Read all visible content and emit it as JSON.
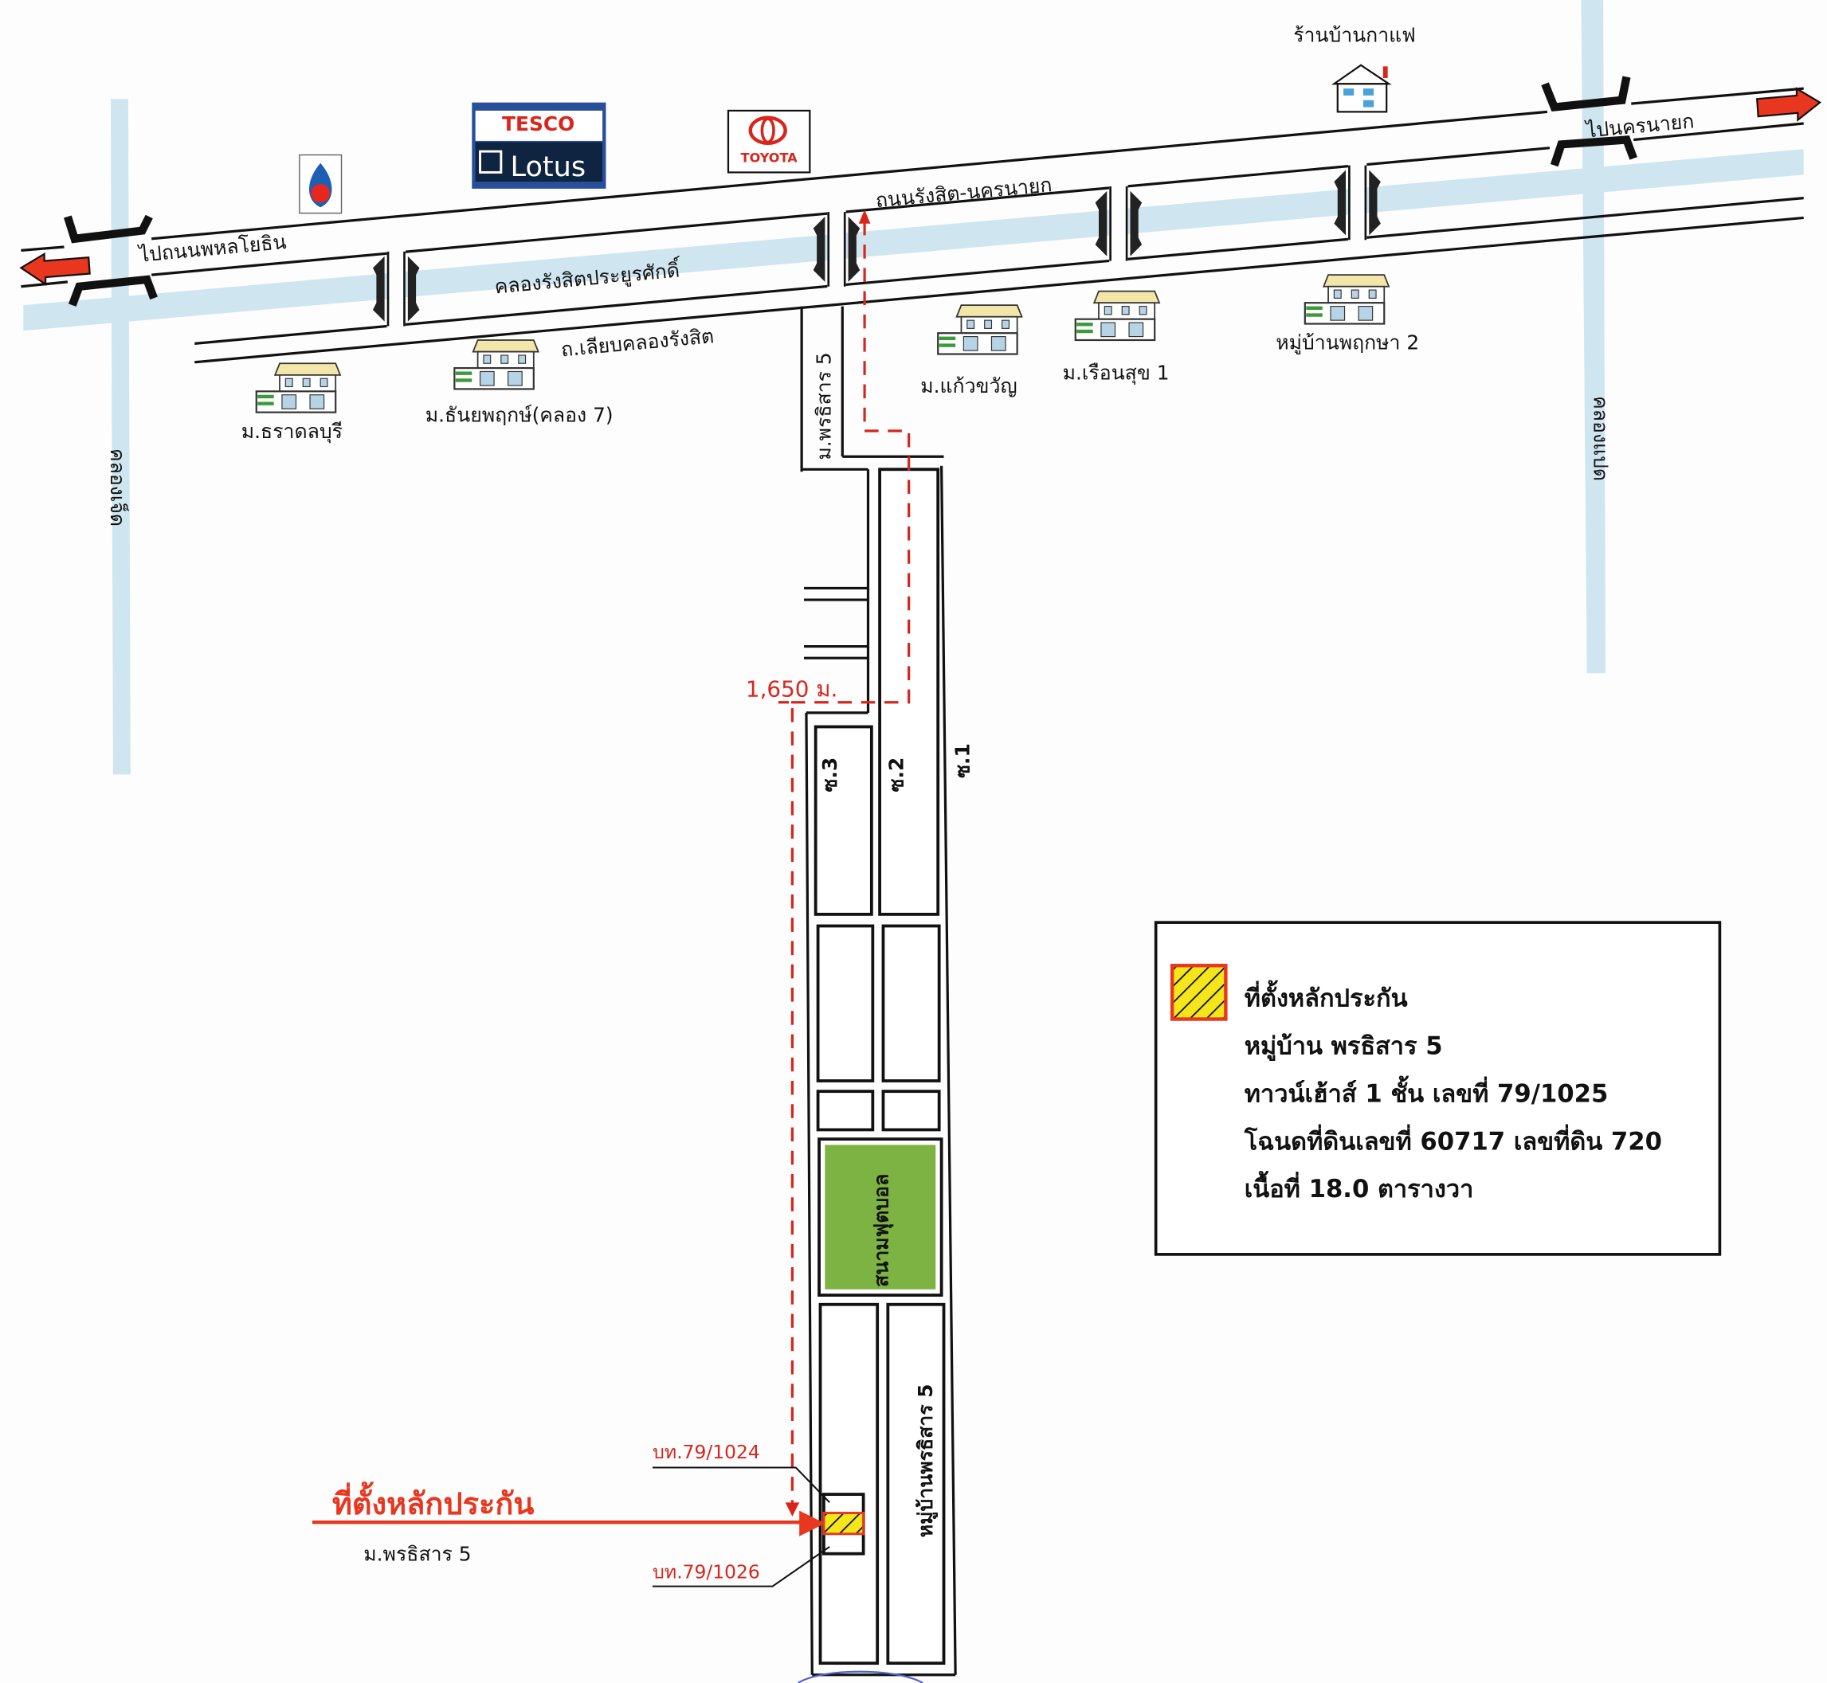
{
  "roads": {
    "main_road": "ถนนรังสิต-นครนายก",
    "to_left": "ไปถนนพหลโยธิน",
    "to_right": "ไปนครนายก",
    "canal_main": "คลองรังสิตประยูรศักดิ์",
    "canal_road": "ถ.เลียบคลองรังสิต",
    "canal_left": "คลองเจ็ด",
    "canal_right": "คลองแปด",
    "soi_main": "ม.พรธิสาร 5",
    "soi_1": "ซ.1",
    "soi_2": "ซ.2",
    "soi_3": "ซ.3"
  },
  "landmarks": {
    "tesco_top": "TESCO",
    "tesco_bottom": "Lotus",
    "toyota": "TOYOTA",
    "coffee": "ร้านบ้านกาแฟ"
  },
  "villages": [
    {
      "label": "ม.ธราดลบุรี"
    },
    {
      "label": "ม.ธันยพฤกษ์(คลอง 7)"
    },
    {
      "label": "ม.แก้วขวัญ"
    },
    {
      "label": "ม.เรือนสุข 1"
    },
    {
      "label": "หมู่บ้านพฤกษา 2"
    }
  ],
  "site": {
    "distance": "1,650 ม.",
    "football": "สนามฟุตบอล",
    "village_block": "หมู่บ้านพรธิสาร 5",
    "neighbor_top": "บท.79/1024",
    "neighbor_bottom": "บท.79/1026",
    "pointer_title": "ที่ตั้งหลักประกัน",
    "pointer_sub": "ม.พรธิสาร 5"
  },
  "legend": {
    "title": "ที่ตั้งหลักประกัน",
    "line1": "หมู่บ้าน พรธิสาร 5",
    "line2": "ทาวน์เฮ้าส์ 1 ชั้น เลขที่ 79/1025",
    "line3": "โฉนดที่ดินเลขที่  60717  เลขที่ดิน 720",
    "line4": "เนื้อที่ 18.0 ตารางวา"
  },
  "colors": {
    "canal": "#cfe6f0",
    "accent_red": "#d8261c",
    "field_green": "#7cb342",
    "hatch_yellow": "#f5e61c"
  }
}
